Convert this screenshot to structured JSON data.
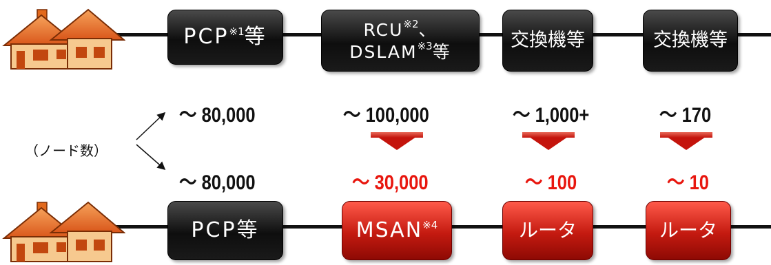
{
  "top_row": {
    "boxes": [
      {
        "main": "PCP",
        "sup": "※1",
        "tail": "等"
      },
      {
        "line1": "RCU",
        "sup1": "※2",
        "tail1": "、",
        "line2": "DSLAM",
        "sup2": "※3",
        "tail2": "等"
      },
      {
        "main": "交換機等"
      },
      {
        "main": "交換機等"
      }
    ],
    "counts": [
      "～ 80,000",
      "～ 100,000",
      "～ 1,000+",
      "～ 170"
    ]
  },
  "bottom_row": {
    "boxes": [
      {
        "main": "PCP等"
      },
      {
        "main": "MSAN",
        "sup": "※4"
      },
      {
        "main": "ルータ"
      },
      {
        "main": "ルータ"
      }
    ],
    "counts": [
      "～ 80,000",
      "～ 30,000",
      "～ 100",
      "～ 10"
    ]
  },
  "node_count_label": "（ノード数）",
  "colors": {
    "dark_box": "#1a1a1a",
    "red_box": "#c41a10",
    "reduced_count_text": "#e8160e",
    "arrow_triangle": "#c4140c",
    "house": "#e2691c"
  },
  "icons": [
    "house-icon",
    "house-icon",
    "down-arrow-icon",
    "down-arrow-icon",
    "down-arrow-icon",
    "arrow-up-right-icon",
    "arrow-down-right-icon"
  ]
}
